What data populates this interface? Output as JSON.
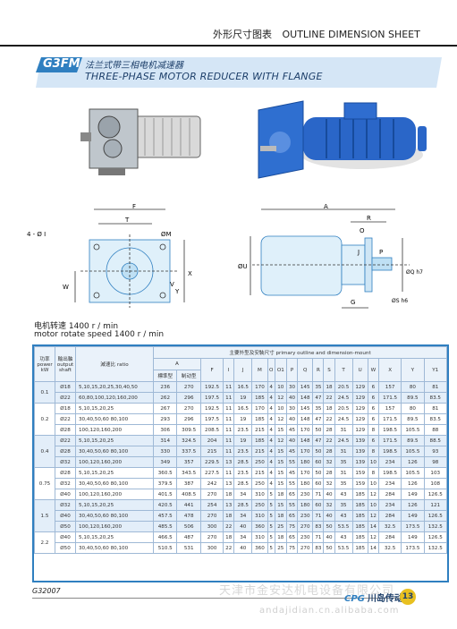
{
  "header": {
    "title_zh": "外形尺寸图表",
    "title_en": "OUTLINE DIMENSION SHEET"
  },
  "band": {
    "code": "G3FM",
    "title_zh": "法兰式带三相电机减速器",
    "title_en": "THREE-PHASE MOTOR REDUCER WITH FLANGE"
  },
  "drawing_labels": {
    "front": [
      "F",
      "T",
      "ØM",
      "4 - Ø I",
      "W",
      "V",
      "Y",
      "X"
    ],
    "side": [
      "A",
      "R",
      "O",
      "J",
      "P",
      "ØU",
      "ØQ h7",
      "G",
      "ØS h6"
    ]
  },
  "speed": {
    "zh": "电机转速 1400 r / min",
    "en": "motor rotate speed 1400 r / min"
  },
  "table": {
    "head": {
      "power": "功率 power kW",
      "shaft": "輸出軸 output shaft",
      "ratio": "減速比 ratio",
      "group": "主要外型及安裝尺寸   primary outline and dimension-mount",
      "a": "A",
      "a1": "標準型",
      "a2": "制动型",
      "cols": [
        "F",
        "I",
        "J",
        "M",
        "O",
        "O1",
        "P",
        "Q",
        "R",
        "S",
        "T",
        "U",
        "W",
        "X",
        "Y",
        "Y1"
      ]
    },
    "rows": [
      {
        "shaft": "Ø18",
        "ratio": "5,10,15,20,25,30,40,50",
        "vals": [
          "236",
          "270",
          "192.5",
          "11",
          "16.5",
          "170",
          "4",
          "10",
          "30",
          "145",
          "35",
          "18",
          "20.5",
          "129",
          "6",
          "157",
          "80",
          "81"
        ]
      },
      {
        "shaft": "Ø22",
        "ratio": "60,80,100,120,160,200",
        "vals": [
          "262",
          "296",
          "197.5",
          "11",
          "19",
          "185",
          "4",
          "12",
          "40",
          "148",
          "47",
          "22",
          "24.5",
          "129",
          "6",
          "171.5",
          "89.5",
          "83.5"
        ]
      },
      {
        "shaft": "Ø18",
        "ratio": "5,10,15,20,25",
        "vals": [
          "267",
          "270",
          "192.5",
          "11",
          "16.5",
          "170",
          "4",
          "10",
          "30",
          "145",
          "35",
          "18",
          "20.5",
          "129",
          "6",
          "157",
          "80",
          "81"
        ]
      },
      {
        "shaft": "Ø22",
        "ratio": "30,40,50,60 80,100",
        "vals": [
          "293",
          "296",
          "197.5",
          "11",
          "19",
          "185",
          "4",
          "12",
          "40",
          "148",
          "47",
          "22",
          "24.5",
          "129",
          "6",
          "171.5",
          "89.5",
          "83.5"
        ]
      },
      {
        "shaft": "Ø28",
        "ratio": "100,120,160,200",
        "vals": [
          "306",
          "309.5",
          "208.5",
          "11",
          "23.5",
          "215",
          "4",
          "15",
          "45",
          "170",
          "50",
          "28",
          "31",
          "129",
          "8",
          "198.5",
          "105.5",
          "88"
        ]
      },
      {
        "shaft": "Ø22",
        "ratio": "5,10,15,20,25",
        "vals": [
          "314",
          "324.5",
          "204",
          "11",
          "19",
          "185",
          "4",
          "12",
          "40",
          "148",
          "47",
          "22",
          "24.5",
          "139",
          "6",
          "171.5",
          "89.5",
          "88.5"
        ]
      },
      {
        "shaft": "Ø28",
        "ratio": "30,40,50,60 80,100",
        "vals": [
          "330",
          "337.5",
          "215",
          "11",
          "23.5",
          "215",
          "4",
          "15",
          "45",
          "170",
          "50",
          "28",
          "31",
          "139",
          "8",
          "198.5",
          "105.5",
          "93"
        ]
      },
      {
        "shaft": "Ø32",
        "ratio": "100,120,160,200",
        "vals": [
          "349",
          "357",
          "229.5",
          "13",
          "28.5",
          "250",
          "4",
          "15",
          "55",
          "180",
          "60",
          "32",
          "35",
          "139",
          "10",
          "234",
          "126",
          "98"
        ]
      },
      {
        "shaft": "Ø28",
        "ratio": "5,10,15,20,25",
        "vals": [
          "360.5",
          "343.5",
          "227.5",
          "11",
          "23.5",
          "215",
          "4",
          "15",
          "45",
          "170",
          "50",
          "28",
          "31",
          "159",
          "8",
          "198.5",
          "105.5",
          "103"
        ]
      },
      {
        "shaft": "Ø32",
        "ratio": "30,40,50,60 80,100",
        "vals": [
          "379.5",
          "387",
          "242",
          "13",
          "28.5",
          "250",
          "4",
          "15",
          "55",
          "180",
          "60",
          "32",
          "35",
          "159",
          "10",
          "234",
          "126",
          "108"
        ]
      },
      {
        "shaft": "Ø40",
        "ratio": "100,120,160,200",
        "vals": [
          "401.5",
          "408.5",
          "270",
          "18",
          "34",
          "310",
          "5",
          "18",
          "65",
          "230",
          "71",
          "40",
          "43",
          "185",
          "12",
          "284",
          "149",
          "126.5"
        ]
      },
      {
        "shaft": "Ø32",
        "ratio": "5,10,15,20,25",
        "vals": [
          "420.5",
          "441",
          "254",
          "13",
          "28.5",
          "250",
          "5",
          "15",
          "55",
          "180",
          "60",
          "32",
          "35",
          "185",
          "10",
          "234",
          "126",
          "121"
        ]
      },
      {
        "shaft": "Ø40",
        "ratio": "30,40,50,60 80,100",
        "vals": [
          "457.5",
          "478",
          "270",
          "18",
          "34",
          "310",
          "5",
          "18",
          "65",
          "230",
          "71",
          "40",
          "43",
          "185",
          "12",
          "284",
          "149",
          "126.5"
        ]
      },
      {
        "shaft": "Ø50",
        "ratio": "100,120,160,200",
        "vals": [
          "485.5",
          "506",
          "300",
          "22",
          "40",
          "360",
          "5",
          "25",
          "75",
          "270",
          "83",
          "50",
          "53.5",
          "185",
          "14",
          "32.5",
          "173.5",
          "132.5"
        ]
      },
      {
        "shaft": "Ø40",
        "ratio": "5,10,15,20,25",
        "vals": [
          "466.5",
          "487",
          "270",
          "18",
          "34",
          "310",
          "5",
          "18",
          "65",
          "230",
          "71",
          "40",
          "43",
          "185",
          "12",
          "284",
          "149",
          "126.5"
        ]
      },
      {
        "shaft": "Ø50",
        "ratio": "30,40,50,60 80,100",
        "vals": [
          "510.5",
          "531",
          "300",
          "22",
          "40",
          "360",
          "5",
          "25",
          "75",
          "270",
          "83",
          "50",
          "53.5",
          "185",
          "14",
          "32.5",
          "173.5",
          "132.5"
        ]
      }
    ],
    "powers": [
      "0.1",
      "0.2",
      "0.4",
      "0.75",
      "1.5",
      "2.2"
    ]
  },
  "footer": {
    "code": "G32007",
    "watermark_zh": "天津市金安达机电设备有限公司",
    "watermark_en": "andajidian.cn.alibaba.com",
    "brand_logo": "CPG",
    "brand_name": "川岛传动",
    "page": "13"
  },
  "colors": {
    "accent": "#2f7fc0",
    "motor_blue": "#2a66c8",
    "navy": "#1d3f6a",
    "badge": "#e8c020"
  }
}
